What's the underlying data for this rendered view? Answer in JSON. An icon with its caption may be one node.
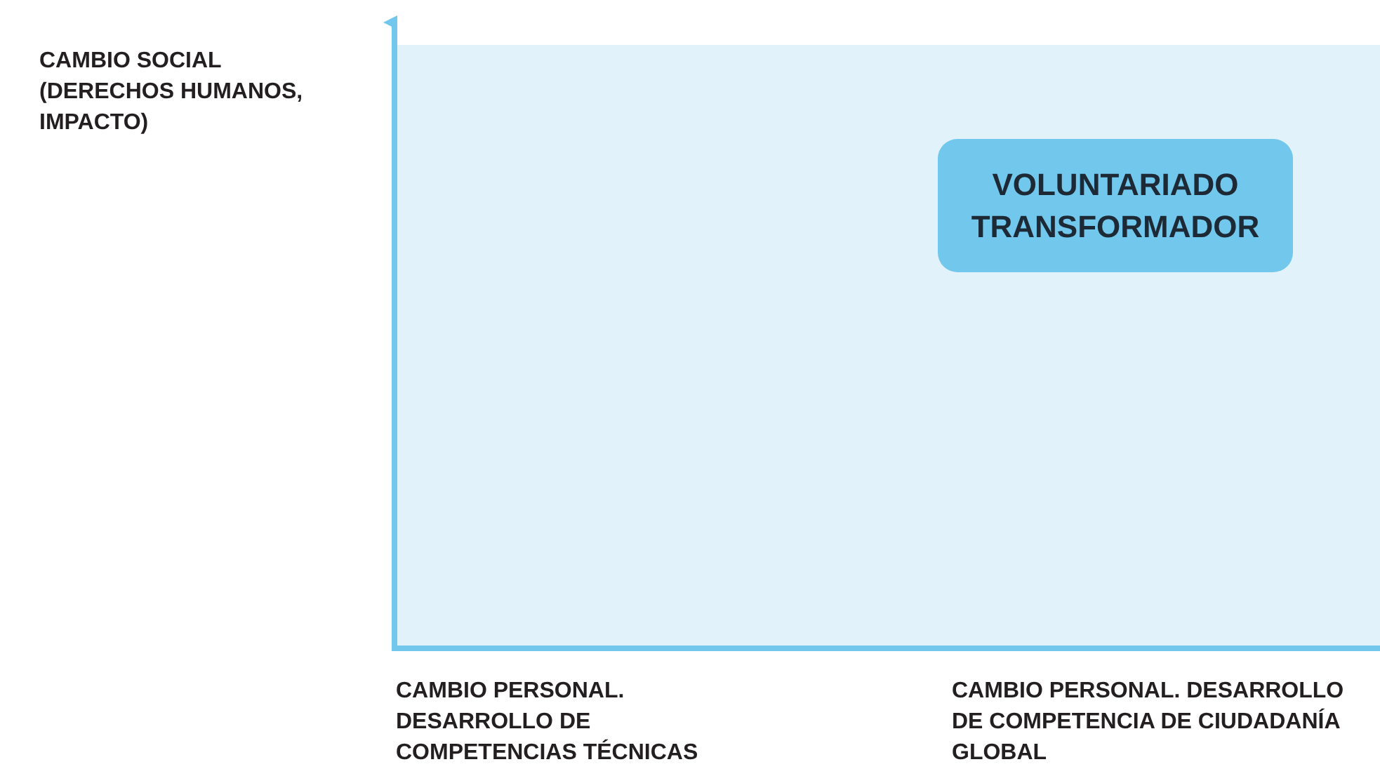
{
  "diagram": {
    "nodes": [
      {
        "text": [
          "VOLUNTARIADO TRANSFORMADOR"
        ]
      }
    ],
    "edges": [],
    "labels": [
      "CAMBIO SOCIAL (DERECHOS HUMANOS, IMPACTO)",
      "CAMBIO PERSONAL. DESARROLLO DE COMPETENCIAS TÉCNICAS",
      "CAMBIO PERSONAL. DESARROLLO DE COMPETENCIA DE CIUDADANÍA GLOBAL"
    ]
  }
}
